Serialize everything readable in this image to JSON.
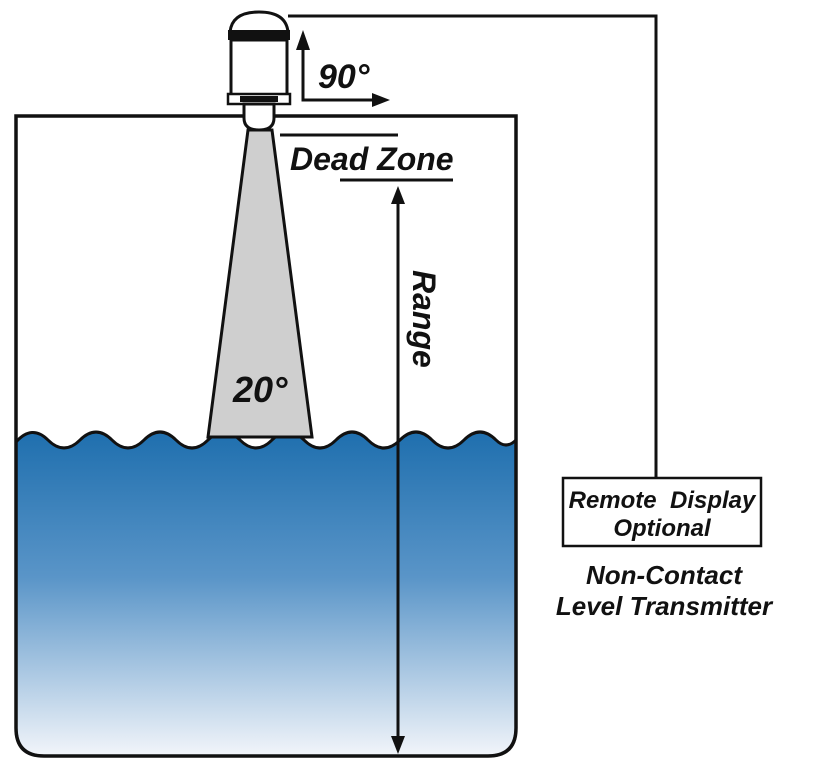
{
  "labels": {
    "mount_angle": "90°",
    "dead_zone": "Dead Zone",
    "range": "Range",
    "beam_angle": "20°",
    "remote_display_line1": "Remote  Display",
    "remote_display_line2": "Optional",
    "caption_line1": "Non-Contact",
    "caption_line2": "Level Transmitter"
  },
  "colors": {
    "liquid_top": "#1f6fae",
    "liquid_bottom": "#f2f5fa",
    "beam": "#cfcfcf",
    "outline": "#111111"
  }
}
